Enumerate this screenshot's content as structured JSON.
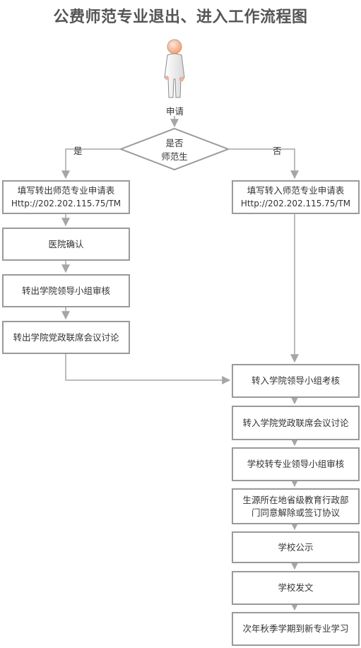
{
  "title": "公费师范专业退出、进入工作流程图",
  "start": {
    "icon": "person-icon",
    "label": "申请"
  },
  "decision": {
    "line1": "是否",
    "line2": "师范生",
    "yes_label": "是",
    "no_label": "否"
  },
  "left_branch": {
    "apply_form": {
      "line1": "填写转出师范专业申请表",
      "line2": "Http://202.202.115.75/TM"
    },
    "hospital": "医院确认",
    "review": "转出学院领导小组审核",
    "discussion": "转出学院党政联席会议讨论"
  },
  "right_branch": {
    "apply_form": {
      "line1": "填写转入师范专业申请表",
      "line2": "Http://202.202.115.75/TM"
    },
    "assessment": "转入学院领导小组考核",
    "discussion": "转入学院党政联席会议讨论",
    "school_review": "学校转专业领导小组审核",
    "provincial": {
      "line1": "生源所在地省级教育行政部",
      "line2": "门同意解除或签订协议"
    },
    "publicity": "学校公示",
    "document": "学校发文",
    "study": "次年秋季学期到新专业学习"
  },
  "colors": {
    "border": "#9a9a9a",
    "arrow": "#a6a6a6",
    "title": "#555555"
  }
}
